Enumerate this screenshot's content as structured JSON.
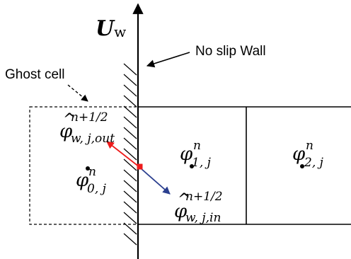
{
  "labels": {
    "wall_velocity_symbol": "U",
    "wall_velocity_subscript": "w",
    "no_slip_wall": "No slip Wall",
    "ghost_cell": "Ghost cell"
  },
  "math": {
    "phi": "φ",
    "hat": "^",
    "n": "n",
    "half_step": "n+1/2",
    "sub_out": "w, j,out",
    "sub_in": "w, j,in",
    "sub_0": "0, j",
    "sub_1": "1, j",
    "sub_2": "2, j"
  },
  "colors": {
    "outgoing_arrow": "#ee1c1c",
    "incoming_arrow": "#2b3f8f",
    "wall_point": "#ee1c1c",
    "lines": "#000000"
  }
}
